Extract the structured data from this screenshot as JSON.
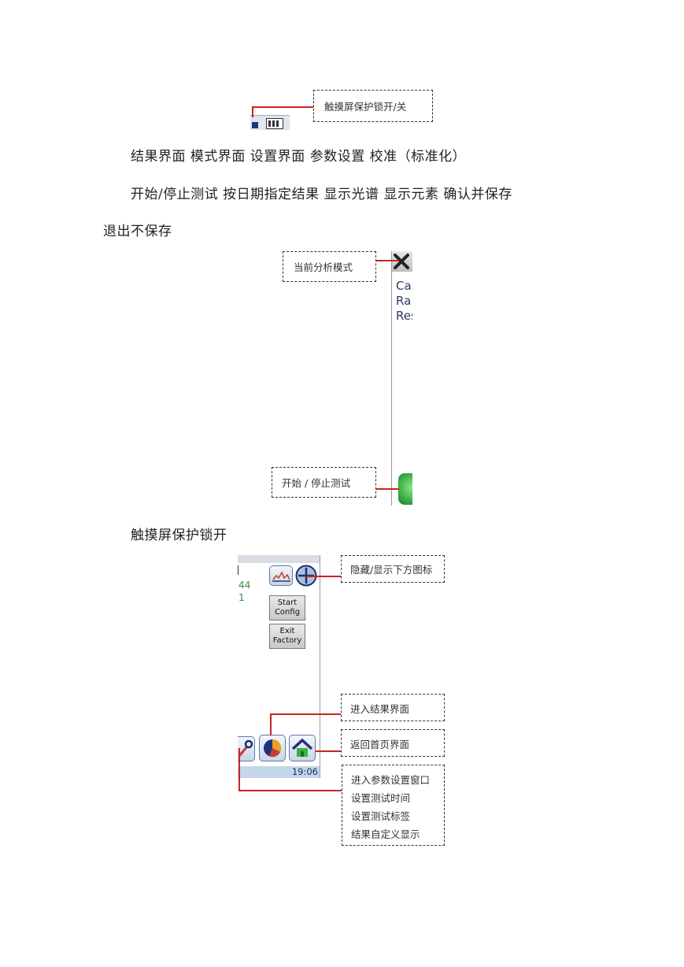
{
  "fig1": {
    "callout": "触摸屏保护锁开/关"
  },
  "paragraphs": {
    "p1": "结果界面 模式界面 设置界面 参数设置 校准（标准化）",
    "p2": "开始/停止测试 按日期指定结果 显示光谱 显示元素 确认并保存",
    "p3": "退出不保存",
    "p4": "触摸屏保护锁开"
  },
  "fig2": {
    "callout_mode": "当前分析模式",
    "callout_start": "开始 / 停止测试",
    "panel_lines": [
      "Cal",
      "Ra",
      "Res"
    ]
  },
  "fig3": {
    "values": [
      "44",
      "1"
    ],
    "btn_start": [
      "Start",
      "Config"
    ],
    "btn_exit": [
      "Exit",
      "Factory"
    ],
    "time": "19:06",
    "callout_toggle": "隐藏/显示下方图标",
    "callout_results": "进入结果界面",
    "callout_home": "返回首页界面",
    "callout_params": [
      "进入参数设置窗口",
      "设置测试时间",
      "设置测试标签",
      "结果自定义显示"
    ]
  },
  "colors": {
    "arrow": "#cc2222",
    "green": "#3cb043",
    "blue": "#2255aa"
  }
}
